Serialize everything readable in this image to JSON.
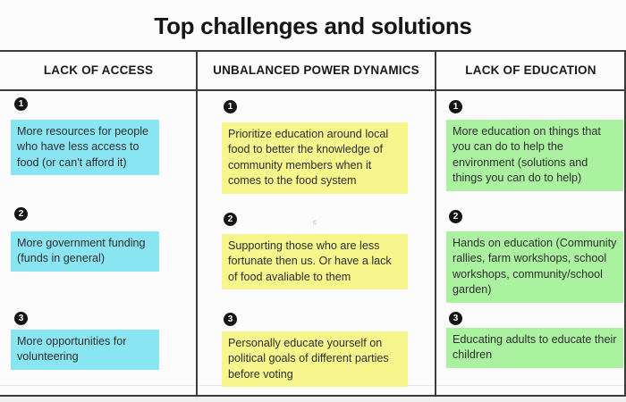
{
  "title": "Top challenges and solutions",
  "colors": {
    "cyan_sticky": "#8ae5f2",
    "yellow_sticky": "#f6f68d",
    "green_sticky": "#abf2a0",
    "table_line_dark": "#3c3c3c",
    "table_line_light": "#e7e7e7",
    "badge_background": "#141414",
    "background": "#fcfcfc"
  },
  "stray_text": "c",
  "columns": [
    {
      "header": "LACK OF ACCESS",
      "sticky_color": "#8ae5f2",
      "items": [
        {
          "number": "1",
          "text": "More resources for people who have less access to food (or can't afford it)"
        },
        {
          "number": "2",
          "text": "More government funding (funds in general)"
        },
        {
          "number": "3",
          "text": "More opportunities for volunteering"
        }
      ]
    },
    {
      "header": "UNBALANCED POWER DYNAMICS",
      "sticky_color": "#f6f68d",
      "items": [
        {
          "number": "1",
          "text": "Prioritize education around local food to better the knowledge of community members when it comes to the food system"
        },
        {
          "number": "2",
          "text": "Supporting those who are less fortunate then us. Or have a lack of food avaliable to them"
        },
        {
          "number": "3",
          "text": "Personally educate yourself on political goals of different parties before voting"
        }
      ]
    },
    {
      "header": "LACK OF EDUCATION",
      "sticky_color": "#abf2a0",
      "items": [
        {
          "number": "1",
          "text": "More education on things that you can do to help the environment (solutions and things you can do to help)"
        },
        {
          "number": "2",
          "text": "Hands on education (Community rallies, farm workshops, school workshops, community/school garden)"
        },
        {
          "number": "3",
          "text": "Educating adults to educate their children"
        }
      ]
    }
  ]
}
